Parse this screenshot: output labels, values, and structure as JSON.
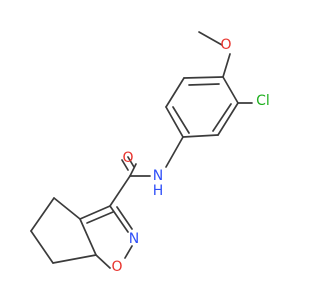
{
  "molecule": {
    "atoms": {
      "o_methoxy": "O",
      "cl": "Cl",
      "o_carbonyl": "O",
      "nh": "N",
      "h_amide": "H",
      "n_ring": "N",
      "o_ring": "O"
    },
    "colors": {
      "bond": "#3b3b3b",
      "oxygen": "#e8322c",
      "nitrogen": "#3050f8",
      "chlorine": "#1fb01f"
    }
  }
}
